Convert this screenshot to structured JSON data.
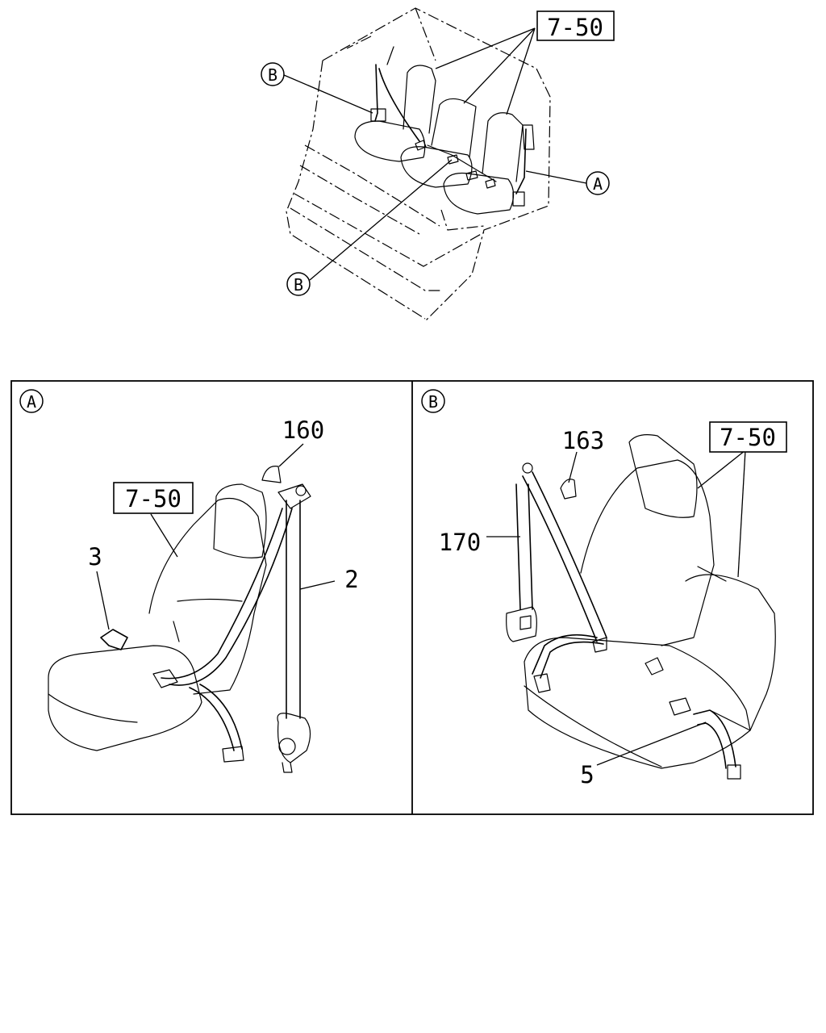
{
  "overview": {
    "ref_box_label": "7-50",
    "callout_a": "A",
    "callout_b_top": "B",
    "callout_b_bottom": "B"
  },
  "panel_a": {
    "tag": "A",
    "ref_box_label": "7-50",
    "parts": [
      {
        "number": "160"
      },
      {
        "number": "3"
      },
      {
        "number": "2"
      }
    ]
  },
  "panel_b": {
    "tag": "B",
    "ref_box_label": "7-50",
    "parts": [
      {
        "number": "163"
      },
      {
        "number": "170"
      },
      {
        "number": "5"
      }
    ]
  }
}
